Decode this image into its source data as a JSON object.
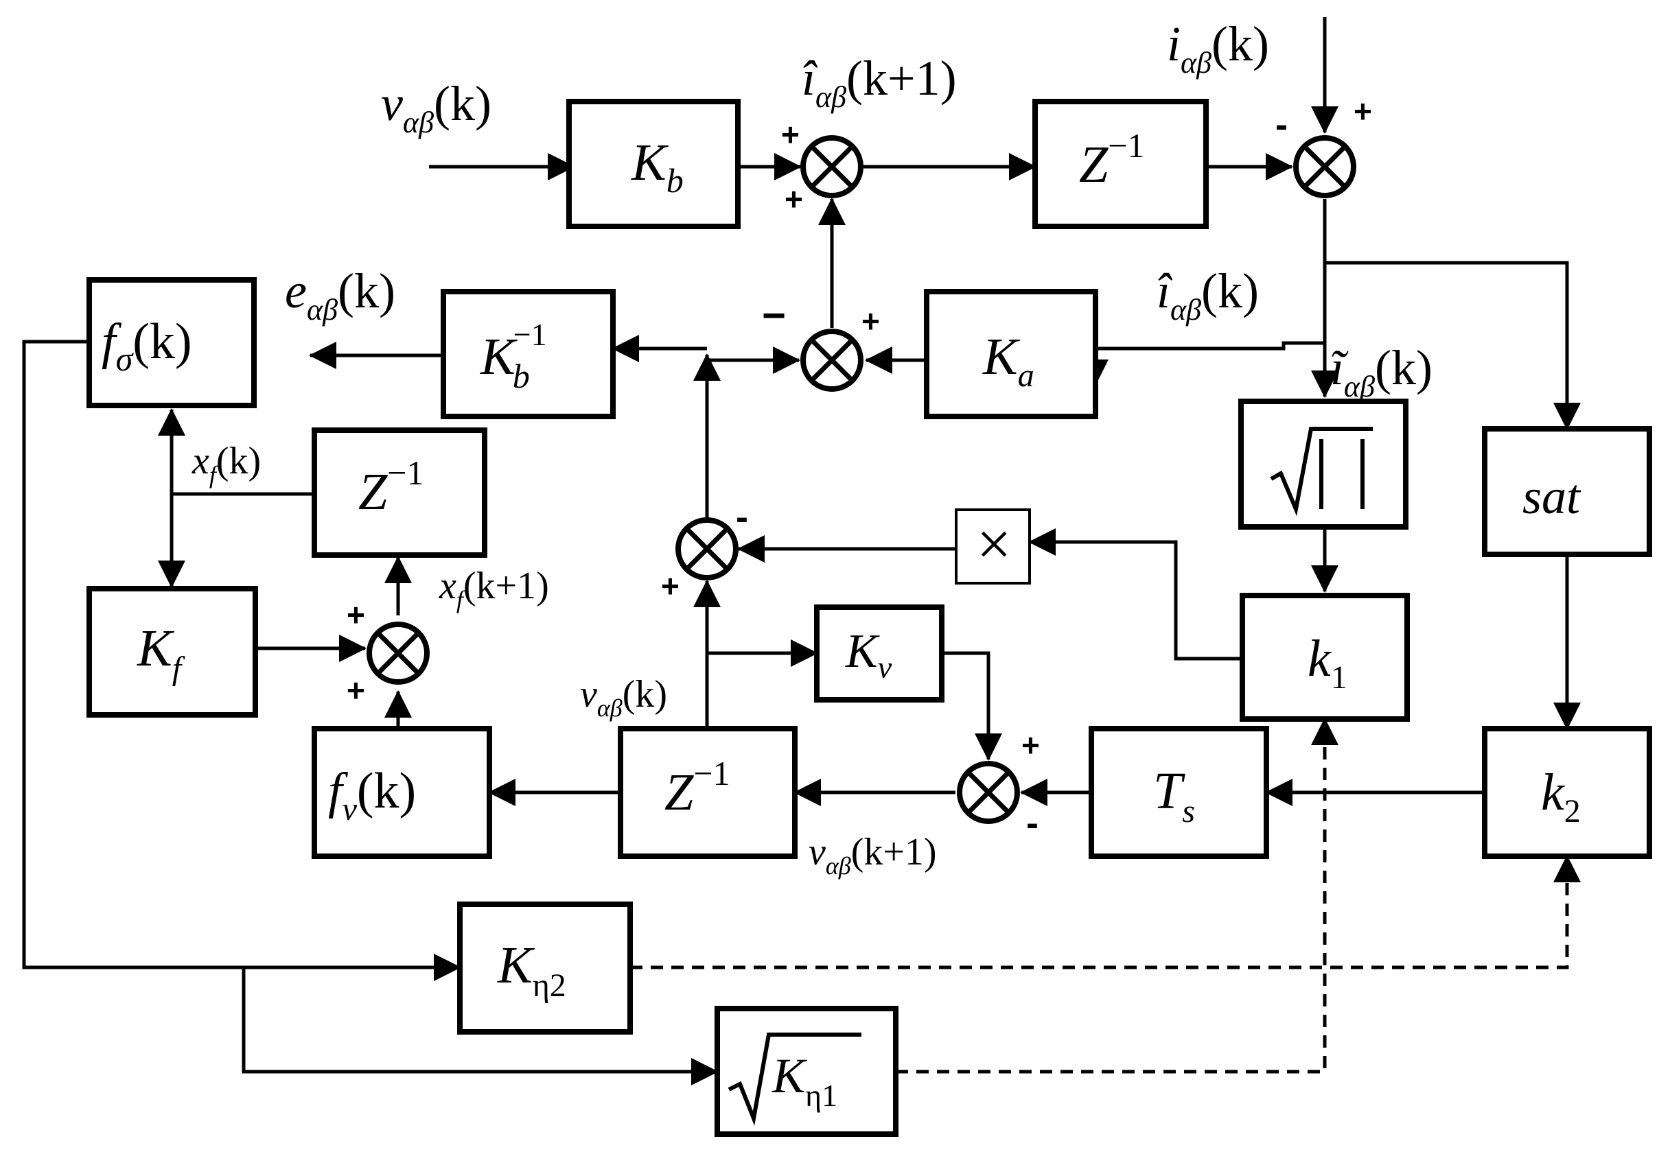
{
  "blocks": {
    "kb": {
      "main": "K",
      "sub": "b"
    },
    "z_top": {
      "main": "Z",
      "sup": "−1"
    },
    "f_sigma": {
      "main": "f",
      "sub": "σ",
      "arg": "(k)"
    },
    "kb_inv": {
      "main": "K",
      "sub": "b",
      "sup": "−1"
    },
    "ka": {
      "main": "K",
      "sub": "a"
    },
    "z_mid": {
      "main": "Z",
      "sup": "−1"
    },
    "kf": {
      "main": "K",
      "sub": "f"
    },
    "kv": {
      "main": "K",
      "sub": "v"
    },
    "fv": {
      "main": "f",
      "sub": "v",
      "arg": "(k)"
    },
    "z_bot": {
      "main": "Z",
      "sup": "−1"
    },
    "ts": {
      "main": "T",
      "sub": "s"
    },
    "sat": {
      "main": "sat"
    },
    "k1": {
      "main": "k",
      "sub": "1"
    },
    "k2": {
      "main": "k",
      "sub": "2"
    },
    "keta2": {
      "main": "K",
      "sub": "η2"
    },
    "keta1": {
      "main": "K",
      "sub": "η1"
    }
  },
  "labels": {
    "v_in": {
      "main": "v",
      "sub": "αβ",
      "arg": "(k)"
    },
    "ihat_next": {
      "main": "î",
      "sub": "αβ",
      "arg": "(k+1)"
    },
    "i_meas": {
      "main": "i",
      "sub": "αβ",
      "arg": "(k)"
    },
    "e_out": {
      "main": "e",
      "sub": "αβ",
      "arg": "(k)"
    },
    "ihat_k": {
      "main": "î",
      "sub": "αβ",
      "arg": "(k)"
    },
    "itilde_k": {
      "main": "ĩ",
      "sub": "αβ",
      "arg": "(k)"
    },
    "xf_k": {
      "main": "x",
      "sub": "f",
      "arg": "(k)"
    },
    "xf_next": {
      "main": "x",
      "sub": "f",
      "arg": "(k+1)"
    },
    "v_k_small": {
      "main": "v",
      "sub": "αβ",
      "arg": "(k)"
    },
    "v_next": {
      "main": "v",
      "sub": "αβ",
      "arg": "(k+1)"
    }
  },
  "signs": {
    "plus": "+",
    "minus": "-",
    "minus_wide": "−"
  },
  "symbols": {
    "times": "×"
  }
}
